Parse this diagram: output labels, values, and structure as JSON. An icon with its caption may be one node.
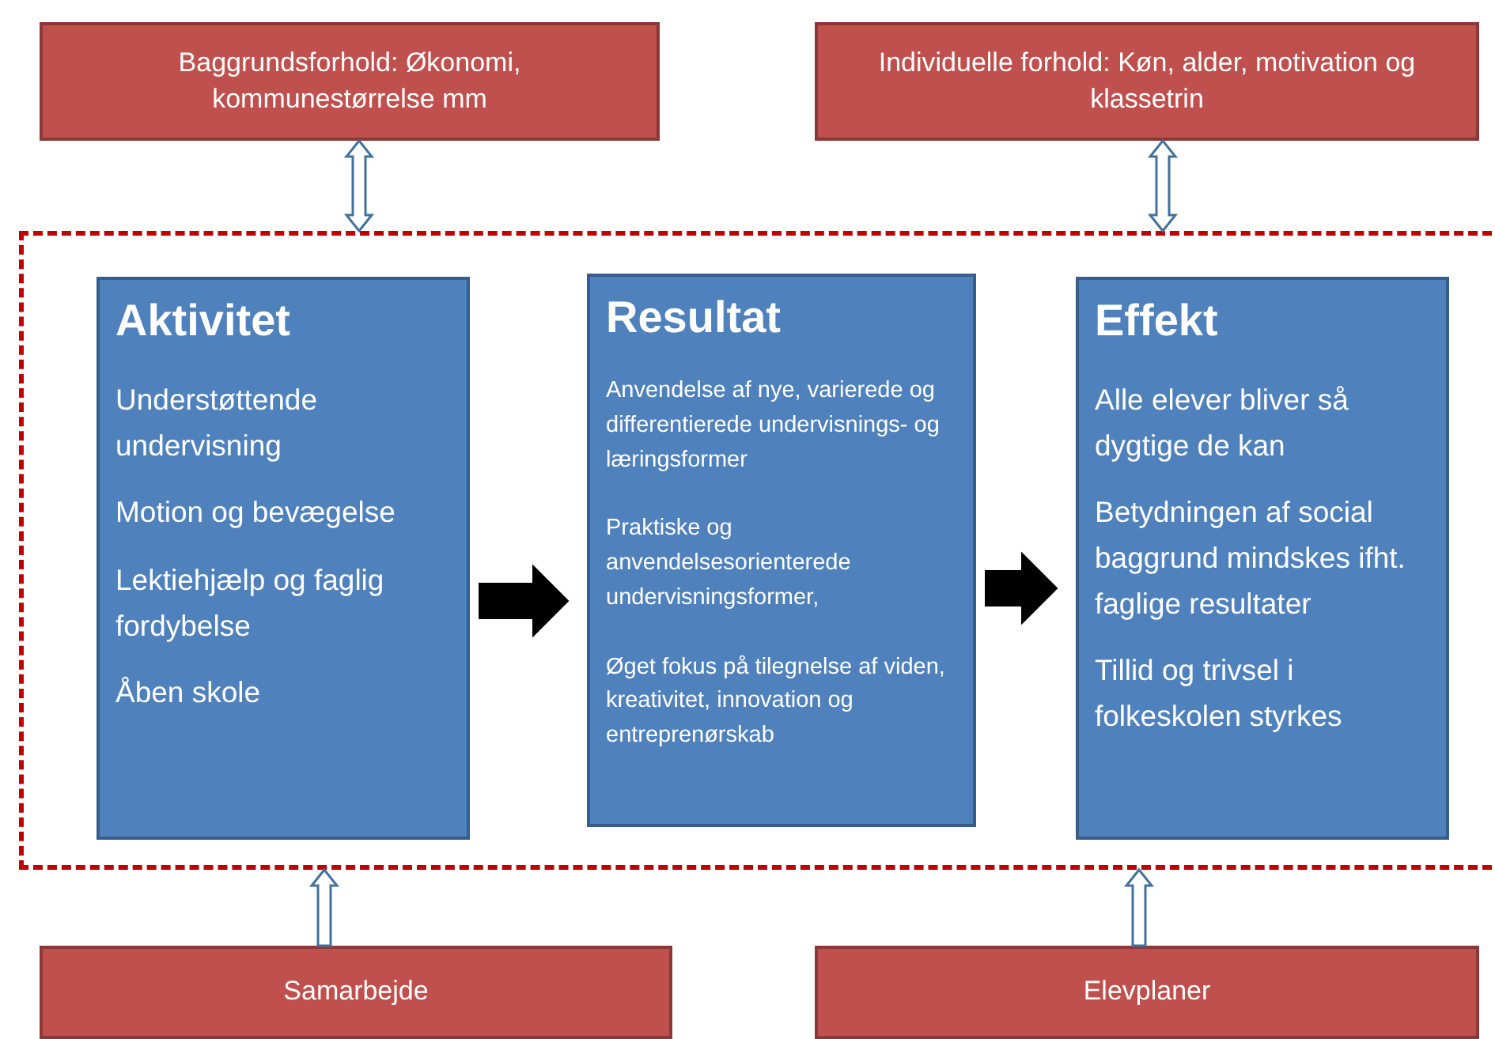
{
  "diagram": {
    "nodes": [
      {
        "text": [
          "Baggrundsforhold: Økonomi, kommunestørrelse mm"
        ]
      },
      {
        "text": [
          "Individuelle forhold: Køn, alder, motivation og klassetrin"
        ]
      },
      {
        "text": [],
        "shape": "box"
      },
      {
        "text": [
          "Aktivitet",
          "Understøttende undervisning",
          "Motion og bevægelse",
          "Lektiehjælp og faglig fordybelse",
          "Åben skole"
        ],
        "in": 2
      },
      {
        "text": [
          "Resultat",
          "Anvendelse af nye, varierede og differentierede undervisnings- og læringsformer",
          "Praktiske og anvendelsesorienterede undervisningsformer,",
          "Øget fokus på tilegnelse af viden, kreativitet, innovation og entreprenørskab"
        ],
        "in": 2
      },
      {
        "text": [
          "Effekt",
          "Alle elever bliver så dygtige de kan",
          "Betydningen af social baggrund mindskes ifht. faglige resultater",
          "Tillid og trivsel i folkeskolen  styrkes"
        ],
        "in": 2
      },
      {
        "text": [
          "Samarbejde"
        ]
      },
      {
        "text": [
          "Elevplaner"
        ]
      }
    ],
    "edges": [
      {
        "from": 0,
        "to": 2,
        "arrow": "both"
      },
      {
        "from": 1,
        "to": 2,
        "arrow": "both"
      },
      {
        "from": 3,
        "to": 4,
        "arrow": "to",
        "style": "thick",
        "color": "#000000"
      },
      {
        "from": 4,
        "to": 5,
        "arrow": "to",
        "style": "thick",
        "color": "#000000"
      },
      {
        "from": 6,
        "to": 2,
        "arrow": "to"
      },
      {
        "from": 7,
        "to": 2,
        "arrow": "to"
      }
    ]
  }
}
